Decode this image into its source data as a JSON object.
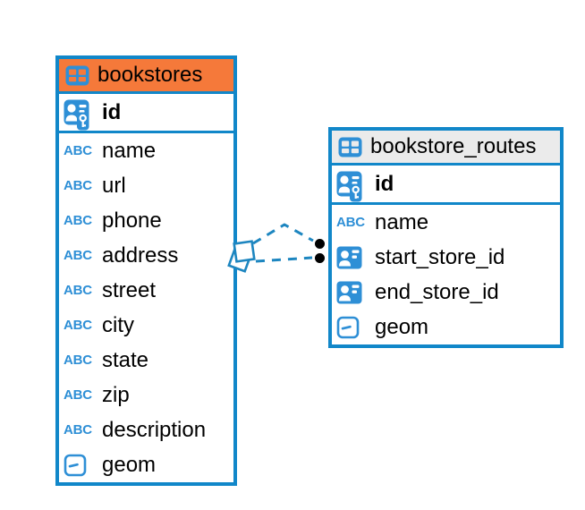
{
  "theme": {
    "background": "#ffffff",
    "border_blue": "#1187c9",
    "icon_blue": "#2e8fd6",
    "line_blue": "#1d86c0",
    "text": "#000000"
  },
  "diagram": {
    "tables": [
      {
        "name": "bookstores",
        "header_color": "#f5793a",
        "columns": [
          {
            "name": "id",
            "icon": "primary-key"
          },
          {
            "name": "name",
            "icon": "text"
          },
          {
            "name": "url",
            "icon": "text"
          },
          {
            "name": "phone",
            "icon": "text"
          },
          {
            "name": "address",
            "icon": "text"
          },
          {
            "name": "street",
            "icon": "text"
          },
          {
            "name": "city",
            "icon": "text"
          },
          {
            "name": "state",
            "icon": "text"
          },
          {
            "name": "zip",
            "icon": "text"
          },
          {
            "name": "description",
            "icon": "text"
          },
          {
            "name": "geom",
            "icon": "geometry"
          }
        ]
      },
      {
        "name": "bookstore_routes",
        "header_color": "#ebebeb",
        "columns": [
          {
            "name": "id",
            "icon": "primary-key"
          },
          {
            "name": "name",
            "icon": "text"
          },
          {
            "name": "start_store_id",
            "icon": "foreign-key"
          },
          {
            "name": "end_store_id",
            "icon": "foreign-key"
          },
          {
            "name": "geom",
            "icon": "geometry"
          }
        ]
      }
    ],
    "relationships": [
      {
        "from_table": "bookstores",
        "to_table": "bookstore_routes",
        "line_style": "dashed"
      },
      {
        "from_table": "bookstores",
        "to_table": "bookstore_routes",
        "line_style": "dashed"
      }
    ]
  }
}
